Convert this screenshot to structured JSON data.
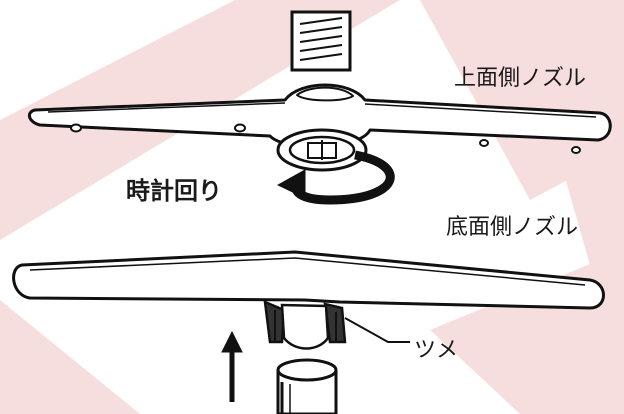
{
  "labels": {
    "upper_nozzle": "上面側ノズル",
    "rotation": "時計回り",
    "lower_nozzle": "底面側ノズル",
    "tab": "ツメ"
  },
  "colors": {
    "watermark": "#f7dede",
    "outline": "#111111",
    "fill": "#ffffff"
  }
}
